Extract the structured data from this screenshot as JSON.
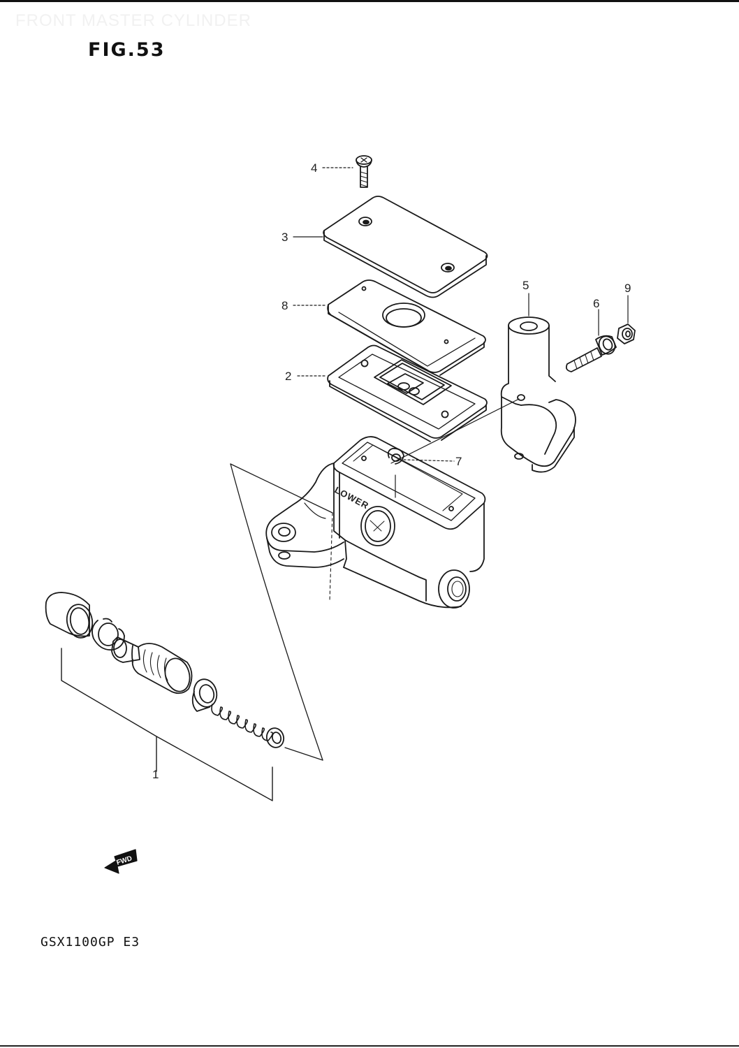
{
  "header": {
    "watermark": "FRONT MASTER CYLINDER",
    "figure_label": "FIG.53"
  },
  "footer": {
    "model_code": "GSX1100GP E3"
  },
  "diagram": {
    "callouts": [
      "1",
      "2",
      "3",
      "4",
      "5",
      "6",
      "7",
      "8",
      "9"
    ],
    "parts": [
      "cylinder-kit",
      "diaphragm",
      "reservoir-cap",
      "cap-screw",
      "lever-holder",
      "holder-bolt",
      "circlip",
      "diaphragm-plate",
      "holder-washer"
    ],
    "body_marking": "LOWER",
    "direction_badge": "FWD"
  }
}
